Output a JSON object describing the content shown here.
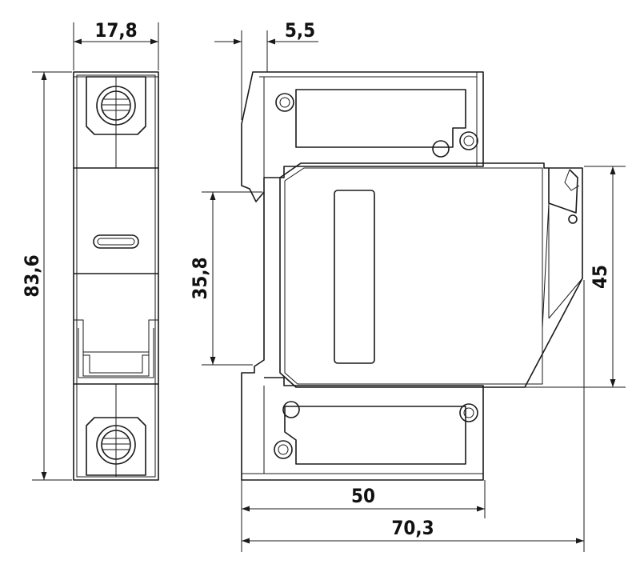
{
  "dimensions": {
    "front_width": "17,8",
    "front_height": "83,6",
    "din_offset": "5,5",
    "rail_height": "35,8",
    "module_height": "45",
    "base_depth": "50",
    "total_depth": "70,3"
  }
}
